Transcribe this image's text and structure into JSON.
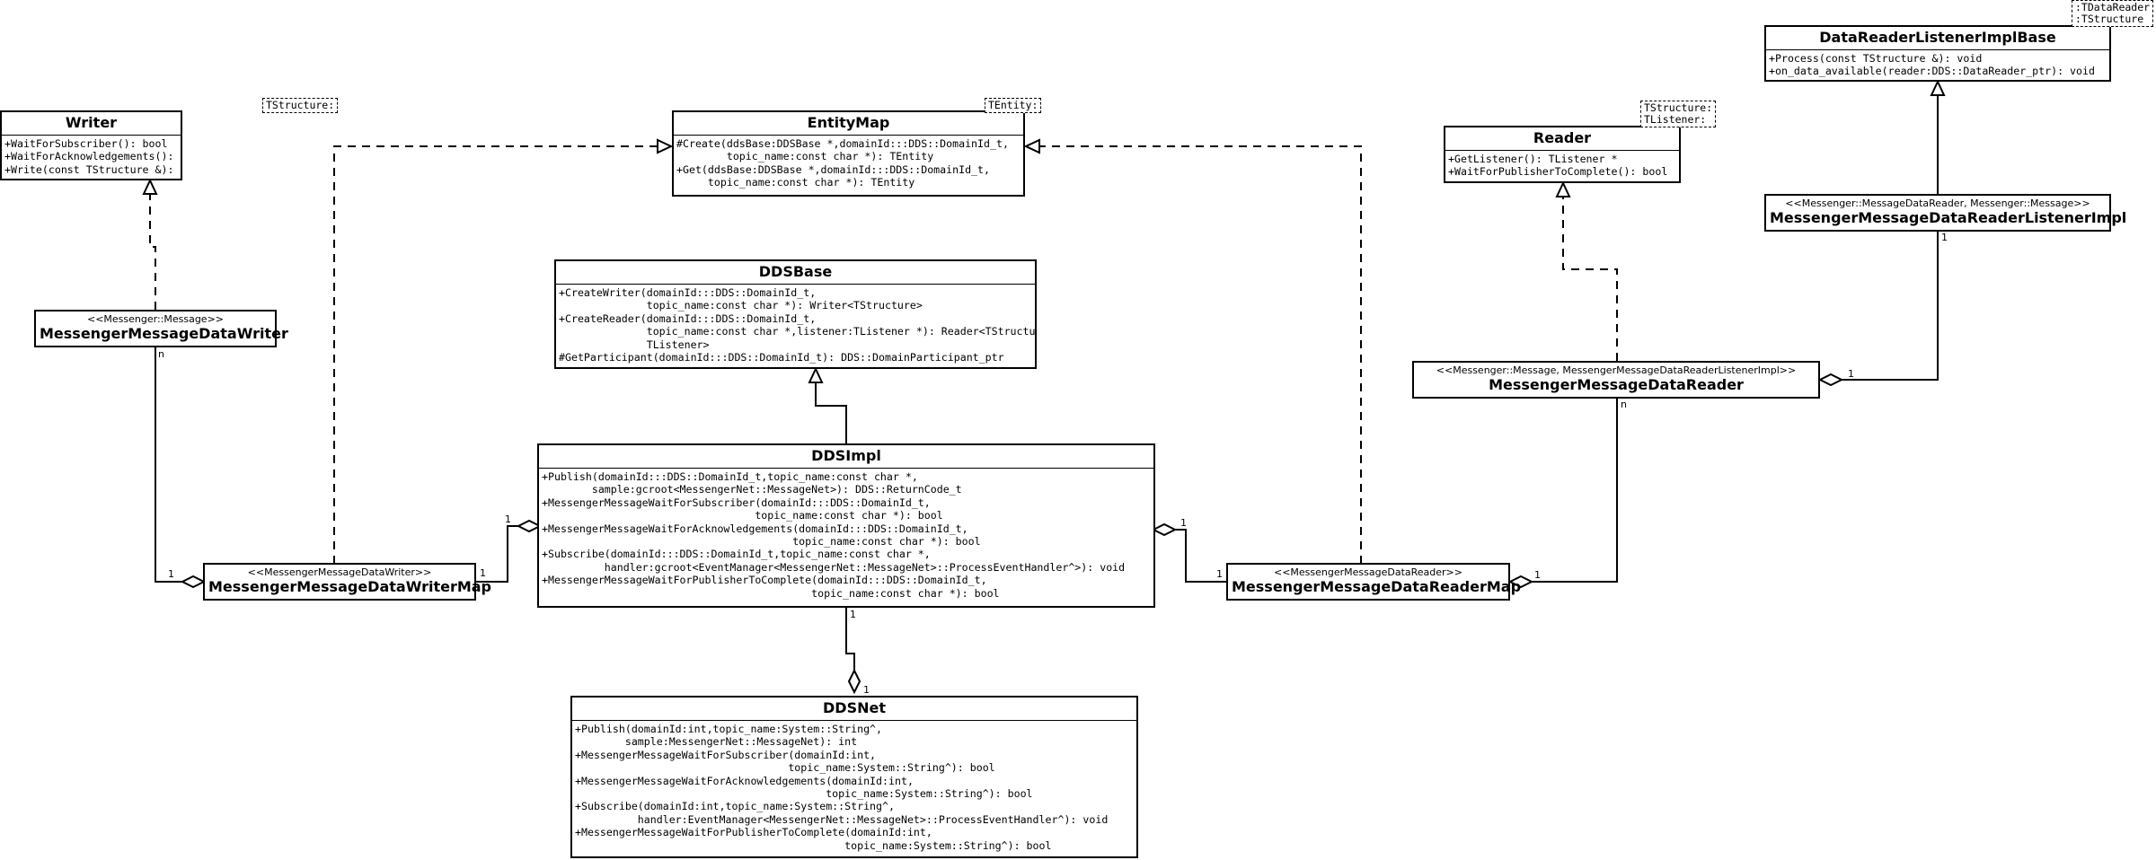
{
  "classes": {
    "writer": {
      "name": "Writer",
      "template": "TStructure:",
      "ops": "+WaitForSubscriber(): bool\n+WaitForAcknowledgements(): void\n+Write(const TStructure &): DDS::ReturnCode_t"
    },
    "entitymap": {
      "name": "EntityMap",
      "template": "TEntity:",
      "ops": "#Create(ddsBase:DDSBase *,domainId:::DDS::DomainId_t,\n        topic_name:const char *): TEntity\n+Get(ddsBase:DDSBase *,domainId:::DDS::DomainId_t,\n     topic_name:const char *): TEntity"
    },
    "reader": {
      "name": "Reader",
      "template": "TStructure:\nTListener:",
      "ops": "+GetListener(): TListener *\n+WaitForPublisherToComplete(): bool"
    },
    "drlistenerbase": {
      "name": "DataReaderListenerImplBase",
      "template": ":TDataReader\n:TStructure",
      "ops": "+Process(const TStructure &): void\n+on_data_available(reader:DDS::DataReader_ptr): void"
    },
    "ddsbase": {
      "name": "DDSBase",
      "ops": "+CreateWriter(domainId:::DDS::DomainId_t,\n              topic_name:const char *): Writer<TStructure>\n+CreateReader(domainId:::DDS::DomainId_t,\n              topic_name:const char *,listener:TListener *): Reader<TStructure,\n              TListener>\n#GetParticipant(domainId:::DDS::DomainId_t): DDS::DomainParticipant_ptr"
    },
    "ddsimpl": {
      "name": "DDSImpl",
      "ops": "+Publish(domainId:::DDS::DomainId_t,topic_name:const char *,\n        sample:gcroot<MessengerNet::MessageNet>): DDS::ReturnCode_t\n+MessengerMessageWaitForSubscriber(domainId:::DDS::DomainId_t,\n                                  topic_name:const char *): bool\n+MessengerMessageWaitForAcknowledgements(domainId:::DDS::DomainId_t,\n                                        topic_name:const char *): bool\n+Subscribe(domainId:::DDS::DomainId_t,topic_name:const char *,\n          handler:gcroot<EventManager<MessengerNet::MessageNet>::ProcessEventHandler^>): void\n+MessengerMessageWaitForPublisherToComplete(domainId:::DDS::DomainId_t,\n                                           topic_name:const char *): bool"
    },
    "ddsnet": {
      "name": "DDSNet",
      "ops": "+Publish(domainId:int,topic_name:System::String^,\n        sample:MessengerNet::MessageNet): int\n+MessengerMessageWaitForSubscriber(domainId:int,\n                                  topic_name:System::String^): bool\n+MessengerMessageWaitForAcknowledgements(domainId:int,\n                                        topic_name:System::String^): bool\n+Subscribe(domainId:int,topic_name:System::String^,\n          handler:EventManager<MessengerNet::MessageNet>::ProcessEventHandler^): void\n+MessengerMessageWaitForPublisherToComplete(domainId:int,\n                                           topic_name:System::String^): bool"
    },
    "mmdatawriter": {
      "name": "MessengerMessageDataWriter",
      "stereotype": "<<Messenger::Message>>"
    },
    "mmdatawritermap": {
      "name": "MessengerMessageDataWriterMap",
      "stereotype": "<<MessengerMessageDataWriter>>"
    },
    "mmdatareadermap": {
      "name": "MessengerMessageDataReaderMap",
      "stereotype": "<<MessengerMessageDataReader>>"
    },
    "mmdatareader": {
      "name": "MessengerMessageDataReader",
      "stereotype": "<<Messenger::Message, MessengerMessageDataReaderListenerImpl>>"
    },
    "mmdrlistenerimpl": {
      "name": "MessengerMessageDataReaderListenerImpl",
      "stereotype": "<<Messenger::MessageDataReader, Messenger::Message>>"
    }
  },
  "multiplicities": {
    "writer_n": "n",
    "writer_map_1": "1",
    "writermap_impl_1": "1",
    "impl_writermap_1": "1",
    "impl_readermap_1": "1",
    "readermap_impl_1": "1",
    "readermap_reader_1": "1",
    "reader_n": "n",
    "reader_listener_1": "1",
    "listener_reader_1": "1",
    "impl_net_1": "1",
    "net_impl_1": "1"
  },
  "colors": {
    "line": "#000000",
    "background": "#ffffff"
  }
}
